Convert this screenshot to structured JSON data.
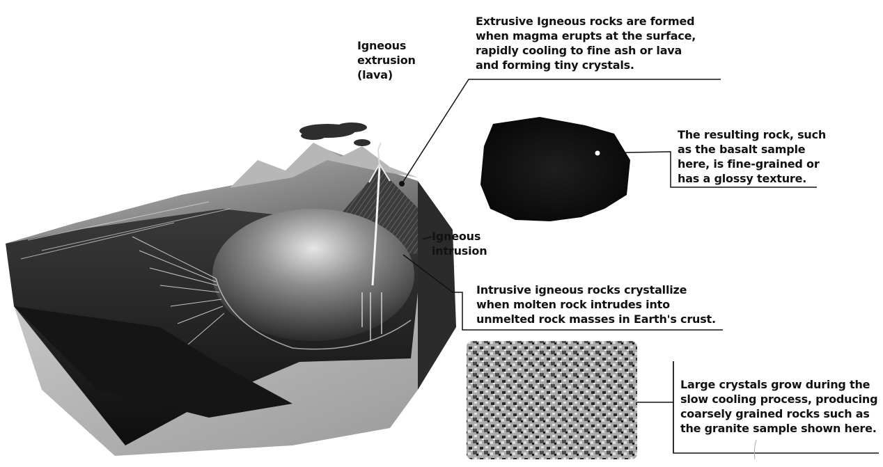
{
  "labels": {
    "extrusion": [
      "Igneous",
      "extrusion",
      "(lava)"
    ],
    "intrusion": [
      "Igneous",
      "intrusion"
    ]
  },
  "callouts": {
    "extrusive": [
      "Extrusive Igneous rocks are formed",
      "when magma erupts at the surface,",
      "rapidly cooling to fine ash or lava",
      "and forming tiny crystals."
    ],
    "basalt": [
      "The resulting rock, such",
      "as the basalt sample",
      "here, is fine-grained or",
      "has a glossy texture."
    ],
    "intrusive": [
      "Intrusive igneous rocks crystallize",
      "when molten rock intrudes into",
      "unmelted rock masses in Earth's crust."
    ],
    "granite": [
      "Large crystals grow during the",
      "slow cooling process, producing",
      "coarsely grained rocks such as",
      "the granite sample shown here."
    ]
  },
  "colors": {
    "ink": "#111111",
    "rock_dark": "#1b1b1b",
    "surface_grey": "#8c8c8c",
    "granite_light": "#bdbdbd"
  }
}
